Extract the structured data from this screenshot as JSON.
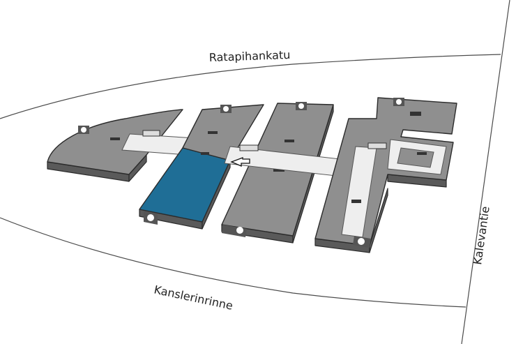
{
  "streets": {
    "north": "Ratapihankatu",
    "south": "Kanslerinrinne",
    "east": "Kalevantie"
  },
  "colors": {
    "building": "#8f8f8f",
    "building_side": "#5a5a5a",
    "highlighted_wing": "#1f6e96",
    "corridor": "#eeeeee",
    "road_line": "#4a4a4a"
  },
  "icons": [
    "accessible-entrance-icon",
    "entrance-arrow-icon",
    "stairs-icon"
  ]
}
